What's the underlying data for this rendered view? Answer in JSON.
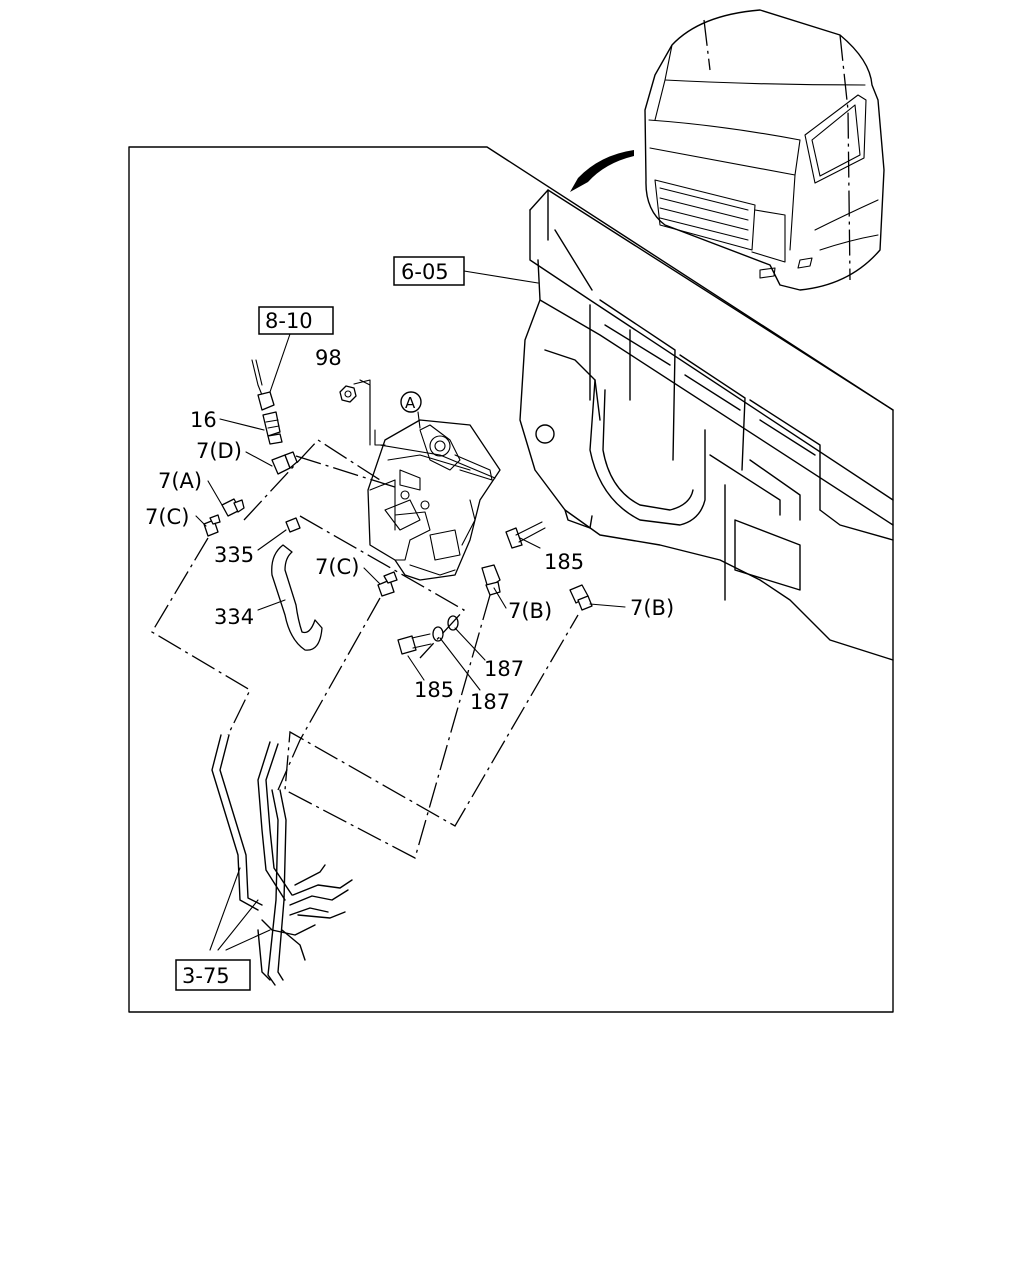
{
  "refs": {
    "ref_6_05": "6-05",
    "ref_8_10": "8-10",
    "ref_3_75": "3-75"
  },
  "callouts": {
    "c98": "98",
    "cA": "A",
    "c16": "16",
    "c7D": "7(D)",
    "c7A": "7(A)",
    "c7C_left": "7(C)",
    "c335": "335",
    "c334": "334",
    "c7C_mid": "7(C)",
    "c7B_mid": "7(B)",
    "c7B_right": "7(B)",
    "c185_upper": "185",
    "c187_upper": "187",
    "c185_lower": "185",
    "c187_lower": "187"
  }
}
